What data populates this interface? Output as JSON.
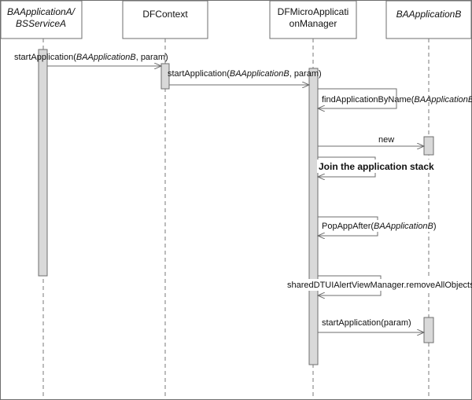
{
  "colors": {
    "frame": "#6e6e6e",
    "activation_fill": "#d9d9d9",
    "text": "#111111",
    "background": "#ffffff"
  },
  "lifelines": {
    "a": {
      "line1": "BAApplicationA/",
      "line2": "BSServiceA"
    },
    "ctx": {
      "label": "DFContext"
    },
    "mgr": {
      "line1": "DFMicroApplicati",
      "line2": "onManager"
    },
    "b": {
      "label": "BAApplicationB"
    }
  },
  "messages": {
    "m1": {
      "prefix": "startApplication(",
      "arg": "BAApplicationB",
      "suffix": ", param)"
    },
    "m2": {
      "prefix": "startApplication(",
      "arg": "BAApplicationB",
      "suffix": ", param)"
    },
    "m3": {
      "prefix": "findApplicationByName(",
      "arg": "BAApplicationB",
      "suffix": ")"
    },
    "m4": {
      "label": "new"
    },
    "m5": {
      "label": "Join the application stack"
    },
    "m6": {
      "prefix": "PopAppAfter(",
      "arg": "BAApplicationB",
      "suffix": ")"
    },
    "m7": {
      "label": "sharedDTUIAlertViewManager.removeAllObjects"
    },
    "m8": {
      "label": "startApplication(param)"
    }
  }
}
